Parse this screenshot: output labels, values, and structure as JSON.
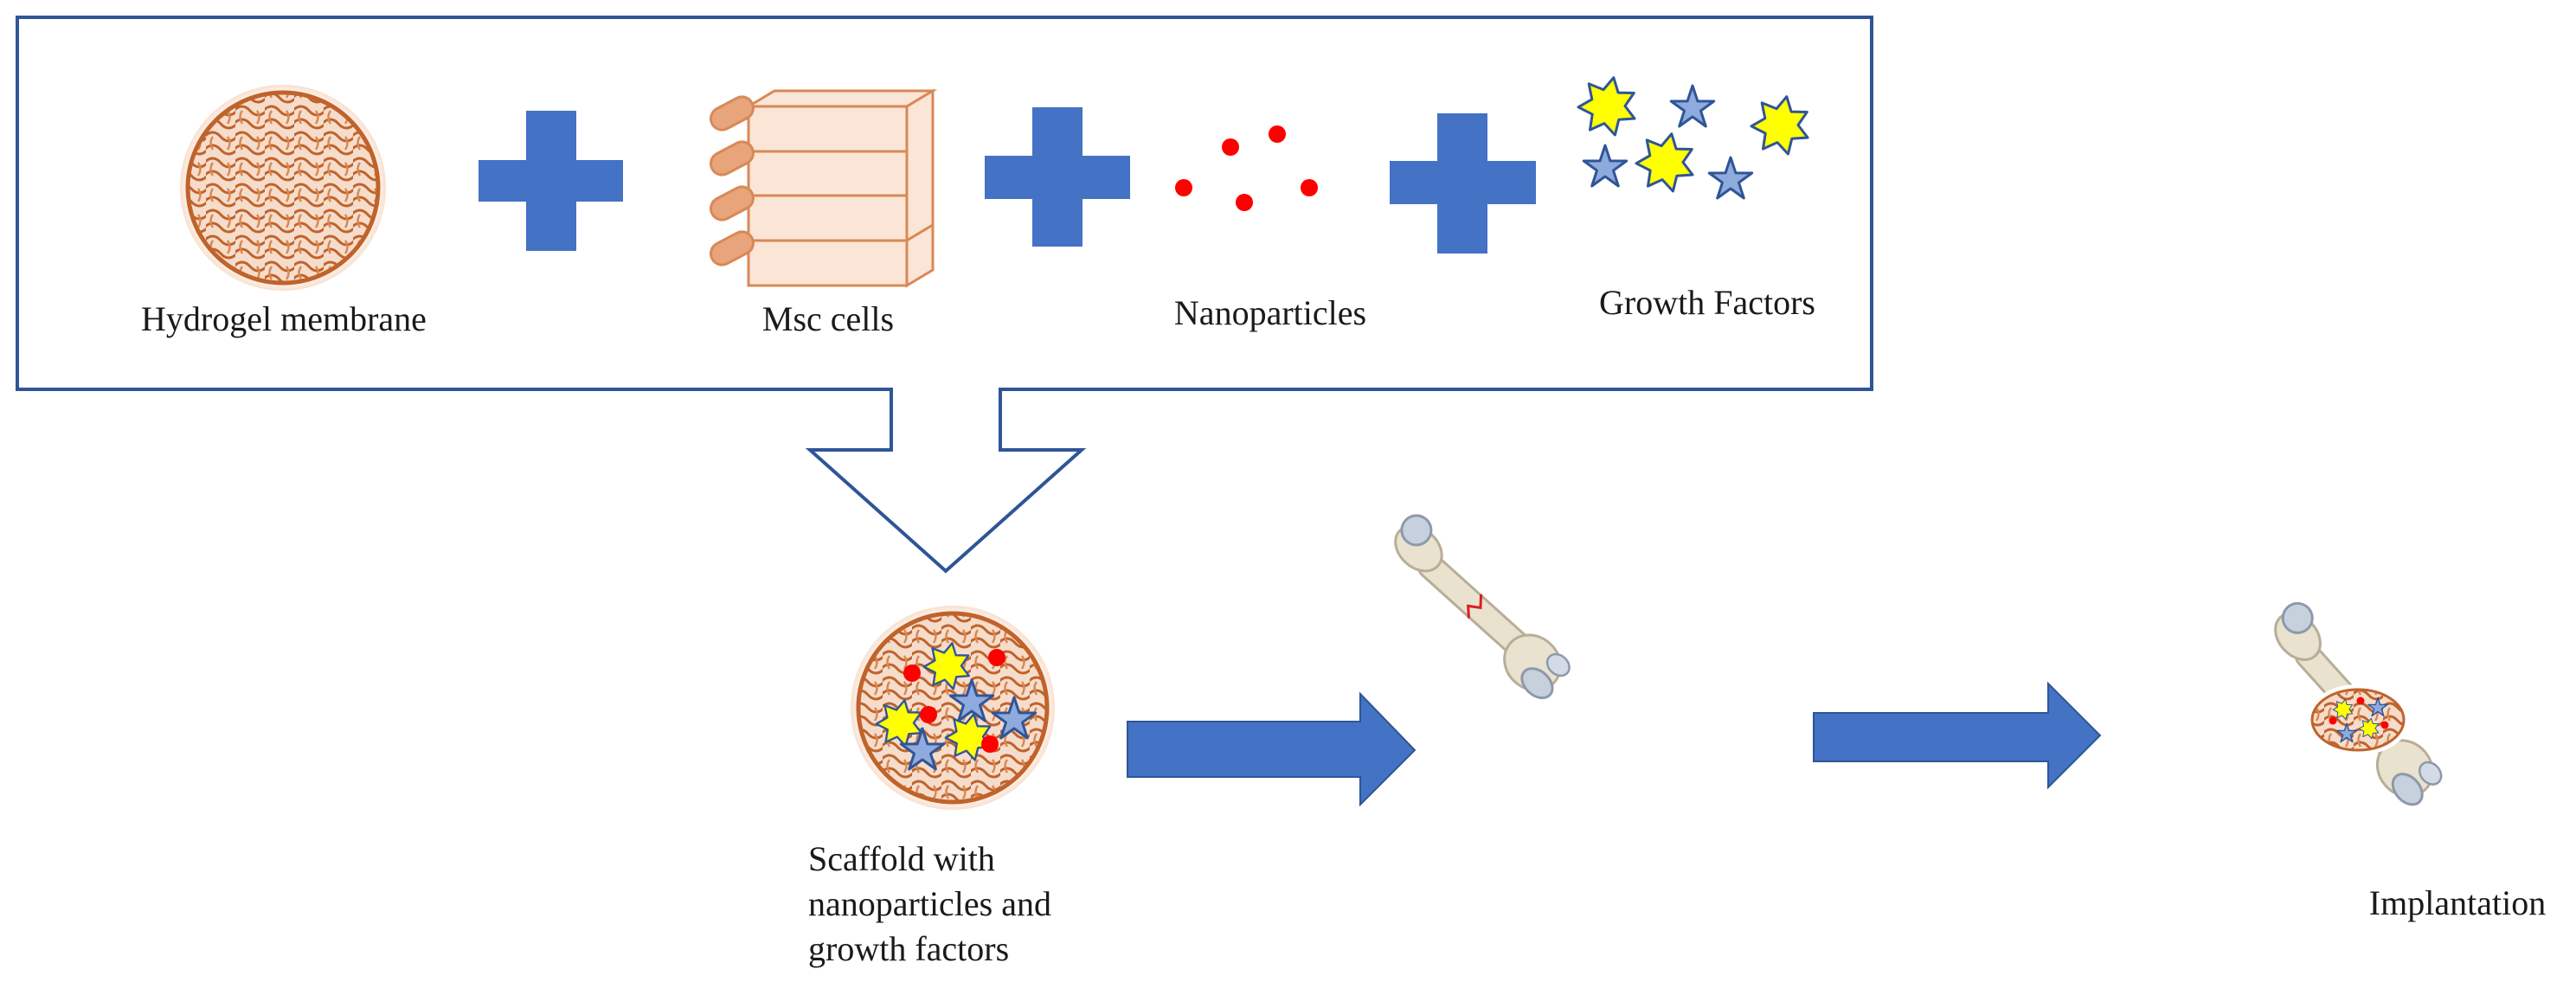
{
  "colors": {
    "frame": "#2f5597",
    "plus": "#4472c4",
    "arrow": "#4472c4",
    "arrow_stroke": "#2f5597",
    "membrane_fill": "#f6dccb",
    "membrane_stroke": "#c0632b",
    "cells_fill": "#fbe5d6",
    "cells_stroke": "#d88957",
    "nanoparticle": "#ff0000",
    "gf_yellow": "#ffff00",
    "gf_star_fill": "#8faadc",
    "gf_star_stroke": "#2f5597",
    "bone": "#e9e2cf",
    "bone_shadow": "#b8ae98",
    "fracture": "#d62020"
  },
  "components": [
    {
      "label": "Hydrogel membrane",
      "icon": "hydrogel-membrane-icon"
    },
    {
      "label": "Msc cells",
      "icon": "cell-culture-flasks-icon"
    },
    {
      "label": "Nanoparticles",
      "icon": "nanoparticles-icon"
    },
    {
      "label": "Growth Factors",
      "icon": "growth-factors-icon"
    }
  ],
  "scaffold": {
    "label_lines": [
      "Scaffold with",
      "nanoparticles and",
      "growth factors"
    ],
    "icon": "loaded-scaffold-icon"
  },
  "fractured_bone": {
    "icon": "fractured-bone-icon"
  },
  "implantation": {
    "label": "Implantation",
    "icon": "implanted-bone-icon"
  }
}
